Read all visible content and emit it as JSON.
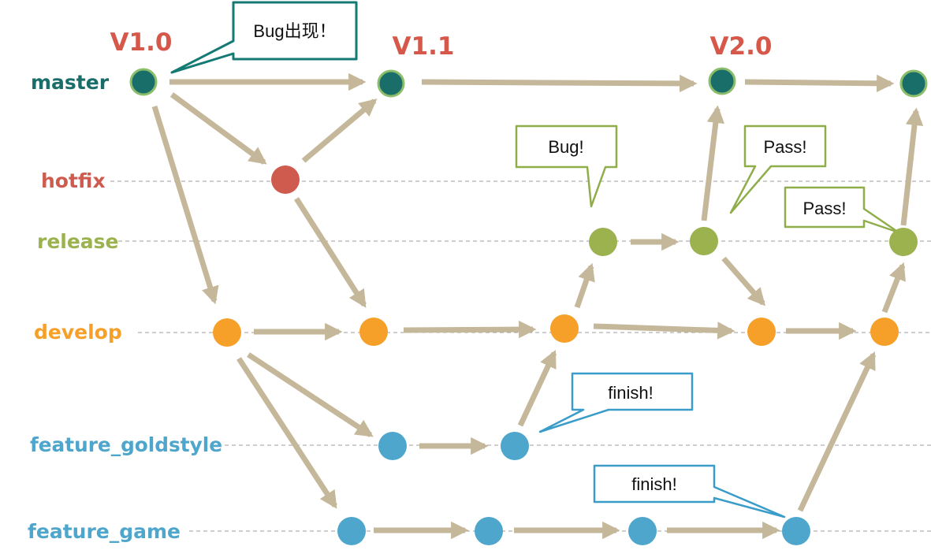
{
  "colors": {
    "master": "#1a6e6a",
    "hotfix": "#cf5a4e",
    "release": "#9bb24f",
    "develop": "#f6a02a",
    "feature": "#4ea6cc",
    "arrow": "#c5b79a",
    "version": "#d6584b"
  },
  "branches": {
    "master": "master",
    "hotfix": "hotfix",
    "release": "release",
    "develop": "develop",
    "feature_goldstyle": "feature_goldstyle",
    "feature_game": "feature_game"
  },
  "versions": {
    "v1_0": "V1.0",
    "v1_1": "V1.1",
    "v2_0": "V2.0"
  },
  "callouts": {
    "bug_master": "Bug出现！",
    "bug_release": "Bug!",
    "pass_1": "Pass!",
    "pass_2": "Pass!",
    "finish_goldstyle": "finish!",
    "finish_game": "finish!"
  }
}
